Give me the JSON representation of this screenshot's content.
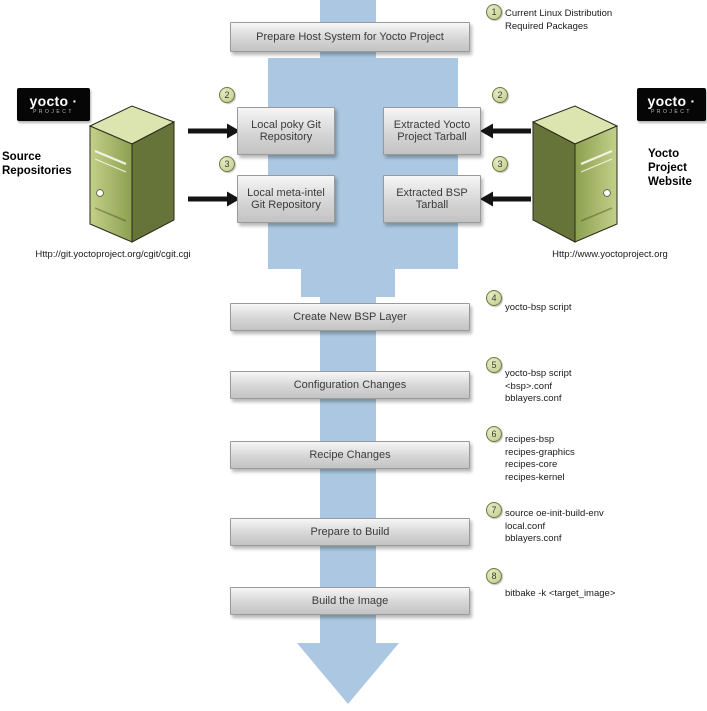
{
  "colors": {
    "flow_arrow": "#abc7e1",
    "step_box_top": "#f6f6f6",
    "step_box_bottom": "#c3c3c3",
    "badge_fill": "#c9d193",
    "badge_border": "#6f7a3f",
    "server_front": "#a9bb68",
    "server_side": "#66743a",
    "server_top": "#dce4b0",
    "logo_background": "#060606"
  },
  "steps": {
    "prepare_host": {
      "num": "1",
      "label": "Prepare Host System for Yocto Project",
      "notes": [
        "Current Linux Distribution",
        "Required Packages"
      ]
    },
    "poky": {
      "num": "2",
      "label": "Local poky Git Repository"
    },
    "yocto_tarball": {
      "num": "2",
      "label": "Extracted Yocto Project Tarball"
    },
    "meta_intel": {
      "num": "3",
      "label": "Local meta-intel Git Repository"
    },
    "bsp_tarball": {
      "num": "3",
      "label": "Extracted BSP Tarball"
    },
    "create_layer": {
      "num": "4",
      "label": "Create New BSP Layer",
      "notes": [
        "yocto-bsp script"
      ]
    },
    "config_changes": {
      "num": "5",
      "label": "Configuration Changes",
      "notes": [
        "yocto-bsp script",
        "<bsp>.conf",
        "bblayers.conf"
      ]
    },
    "recipe_changes": {
      "num": "6",
      "label": "Recipe Changes",
      "notes": [
        "recipes-bsp",
        "recipes-graphics",
        "recipes-core",
        "recipes-kernel"
      ]
    },
    "prepare_build": {
      "num": "7",
      "label": "Prepare to Build",
      "notes": [
        "source oe-init-build-env",
        "local.conf",
        "bblayers.conf"
      ]
    },
    "build_image": {
      "num": "8",
      "label": "Build the Image",
      "notes": [
        "bitbake -k <target_image>"
      ]
    }
  },
  "servers": {
    "source_repos": {
      "logo": "yocto ·",
      "logo_sub": "PROJECT",
      "label": "Source Repositories",
      "url": "Http://git.yoctoproject.org/cgit/cgit.cgi"
    },
    "website": {
      "logo": "yocto ·",
      "logo_sub": "PROJECT",
      "label": "Yocto Project Website",
      "url": "Http://www.yoctoproject.org"
    }
  }
}
